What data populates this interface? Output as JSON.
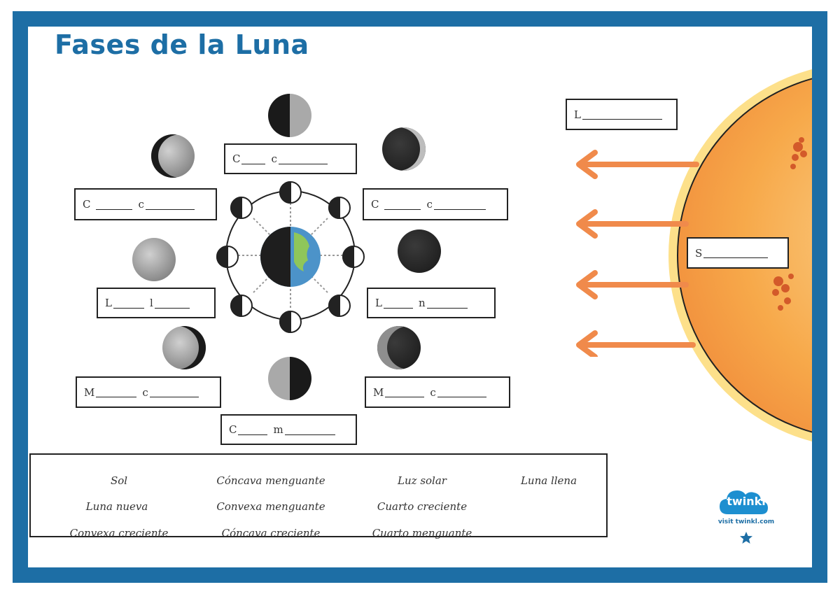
{
  "title": "Fases de la Luna",
  "labels": {
    "top": {
      "l1": "C",
      "l2": "c"
    },
    "upper_left": {
      "l1": "C",
      "l2": "c"
    },
    "upper_right": {
      "l1": "C",
      "l2": "c"
    },
    "mid_left": {
      "l1": "L",
      "l2": "l"
    },
    "mid_right": {
      "l1": "L",
      "l2": "n"
    },
    "lower_left": {
      "l1": "M",
      "l2": "c"
    },
    "lower_right": {
      "l1": "M",
      "l2": "c"
    },
    "bottom": {
      "l1": "C",
      "l2": "m"
    },
    "light": {
      "l1": "L"
    },
    "sun": {
      "l1": "S"
    }
  },
  "word_bank": [
    "Sol",
    "Cóncava menguante",
    "Luz solar",
    "Luna llena",
    "Luna nueva",
    "Convexa menguante",
    "Cuarto creciente",
    "Convexa creciente",
    "Cóncava creciente",
    "Cuarto menguante"
  ],
  "logo": {
    "brand": "twinkl",
    "url_text": "visit twinkl.com"
  },
  "colors": {
    "frame": "#1d6ea5",
    "title": "#1d6ea5",
    "arrow": "#f08a4b",
    "sun": "#f7a94a"
  }
}
